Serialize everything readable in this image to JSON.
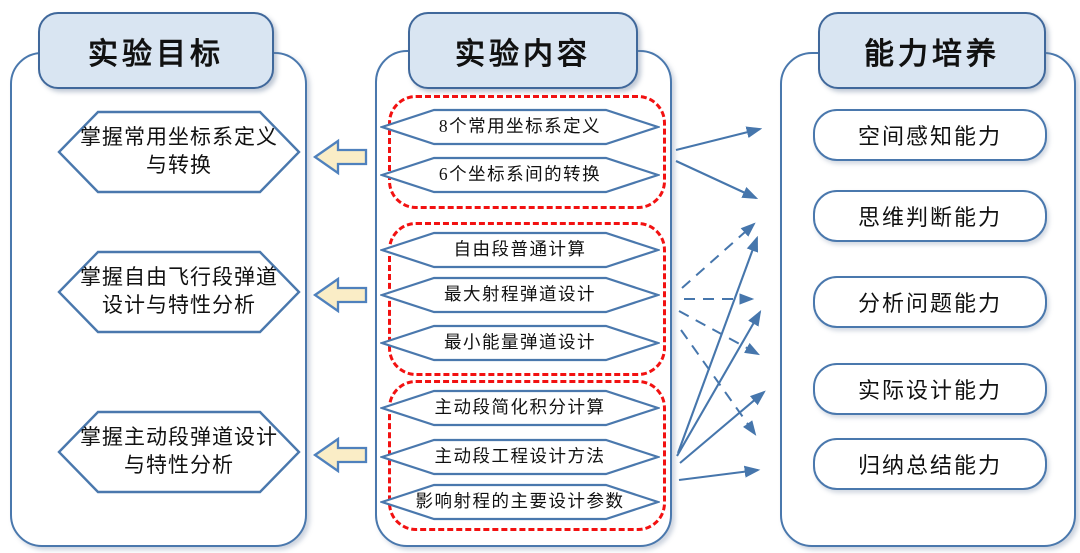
{
  "goals": {
    "title": "实验目标",
    "items": [
      {
        "line1": "掌握常用坐标系定义",
        "line2": "与转换"
      },
      {
        "line1": "掌握自由飞行段弹道",
        "line2": "设计与特性分析"
      },
      {
        "line1": "掌握主动段弹道设计",
        "line2": "与特性分析"
      }
    ]
  },
  "content": {
    "title": "实验内容",
    "groups": [
      {
        "items": [
          "8个常用坐标系定义",
          "6个坐标系间的转换"
        ]
      },
      {
        "items": [
          "自由段普通计算",
          "最大射程弹道设计",
          "最小能量弹道设计"
        ]
      },
      {
        "items": [
          "主动段简化积分计算",
          "主动段工程设计方法",
          "影响射程的主要设计参数"
        ]
      }
    ]
  },
  "abilities": {
    "title": "能力培养",
    "items": [
      "空间感知能力",
      "思维判断能力",
      "分析问题能力",
      "实际设计能力",
      "归纳总结能力"
    ]
  },
  "connections": {
    "content_to_goals": [
      {
        "from": "group-1",
        "to": "掌握常用坐标系定义与转换",
        "style": "yellow-block-arrow"
      },
      {
        "from": "group-2",
        "to": "掌握自由飞行段弹道设计与特性分析",
        "style": "yellow-block-arrow"
      },
      {
        "from": "group-3",
        "to": "掌握主动段弹道设计与特性分析",
        "style": "yellow-block-arrow"
      }
    ],
    "content_to_abilities": [
      {
        "from": "group-1",
        "to": "空间感知能力",
        "style": "solid"
      },
      {
        "from": "group-1",
        "to": "思维判断能力",
        "style": "solid"
      },
      {
        "from": "group-2",
        "to": "思维判断能力",
        "style": "dashed"
      },
      {
        "from": "group-2",
        "to": "分析问题能力",
        "style": "dashed"
      },
      {
        "from": "group-2",
        "to": "实际设计能力",
        "style": "dashed"
      },
      {
        "from": "group-2",
        "to": "归纳总结能力",
        "style": "dashed"
      },
      {
        "from": "group-3",
        "to": "思维判断能力",
        "style": "solid"
      },
      {
        "from": "group-3",
        "to": "分析问题能力",
        "style": "solid"
      },
      {
        "from": "group-3",
        "to": "实际设计能力",
        "style": "solid"
      },
      {
        "from": "group-3",
        "to": "归纳总结能力",
        "style": "solid"
      }
    ]
  },
  "colors": {
    "accent_blue": "#4A78AD",
    "header_fill": "#D9E5F2",
    "group_border_red": "#F21111",
    "block_arrow_fill": "#FAEDC6"
  }
}
